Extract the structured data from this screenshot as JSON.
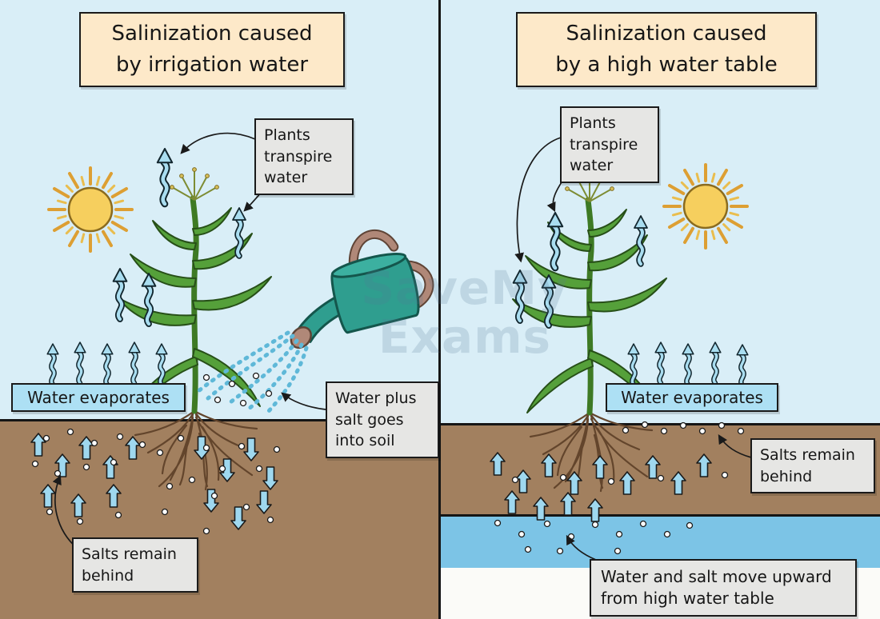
{
  "left_panel": {
    "title": "Salinization caused\nby irrigation water",
    "plants_transpire": "Plants\ntranspire\nwater",
    "water_evaporates": "Water evaporates",
    "water_plus_salt": "Water plus\nsalt goes\ninto soil",
    "salts_remain": "Salts remain\nbehind"
  },
  "right_panel": {
    "title": "Salinization caused\nby a high water table",
    "plants_transpire": "Plants\ntranspire\nwater",
    "water_evaporates": "Water evaporates",
    "salts_remain": "Salts remain\nbehind",
    "water_table_note": "Water and salt move upward\nfrom high water table"
  },
  "watermark": {
    "text": "SaveMy\nExams"
  },
  "colors": {
    "sky": "#d9eef7",
    "soil": "#a2805f",
    "water": "#7cc4e6",
    "title_box": "#fde9c9",
    "callout_box": "#e6e6e4",
    "evaporates_box": "#ade0f4",
    "arrow_blue": "#a9ddf0",
    "block_arrow_blue": "#9fd8ef",
    "plant_green": "#55a03a",
    "sun_yellow": "#f6cf5e",
    "watering_can_teal": "#2f9e8f"
  }
}
